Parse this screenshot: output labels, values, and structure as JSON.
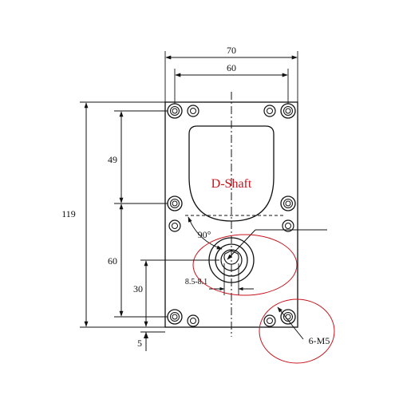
{
  "labels": {
    "width_outer": "70",
    "width_inner": "60",
    "height_total": "119",
    "height_upper": "49",
    "height_lower": "60",
    "height_shaft": "30",
    "offset_bottom": "5",
    "shaft_dia": "8.5-8.1",
    "angle": "90°",
    "shaft_type": "D-Shaft",
    "thread": "6-M5"
  },
  "colors": {
    "annotation_red": "#c8141e",
    "line": "#111111"
  }
}
